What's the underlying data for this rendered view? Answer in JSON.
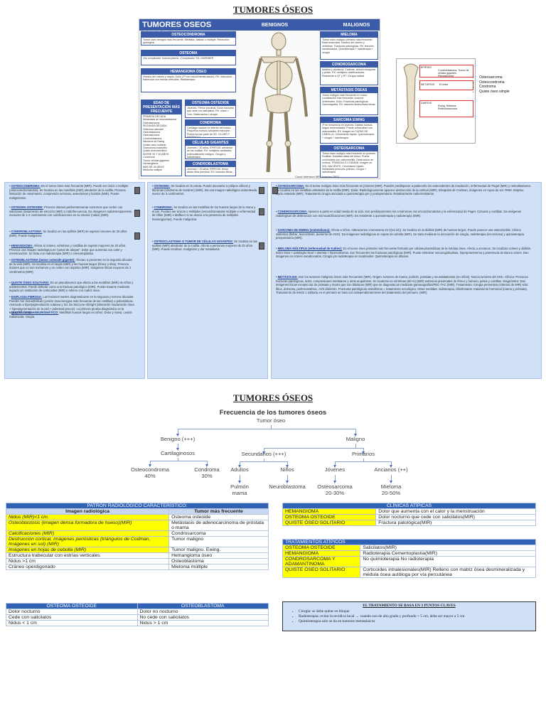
{
  "page": {
    "title1": "TUMORES ÓSEOS",
    "title2": "TUMORES ÓSEOS"
  },
  "infographic": {
    "title": "TUMORES OSEOS",
    "benign": "BENIGNOS",
    "malignant": "MALIGNOS",
    "author": "Diseño: Jonatina Pérez Villaverde",
    "credit": "Curso Intensivo MIR Asturias 2003",
    "left_boxes": [
      {
        "h": "OSTEOCONDROMA",
        "t": "Tumor óseo benigno más frecuente. Metáfisis, aislado o múltiple. Resección quirúrgica"
      },
      {
        "h": "OSTEOMA",
        "t": "¡No complicado: huesos planos. ¡Complicado: SD. GARDNER"
      },
      {
        "h": "HEMANGIOMA ÓSEO",
        "t": "Huesos del cráneo y raquis. Dolor (1ª con calcio/menstruación). RX: estructura trabecular con estrías verticales. Radioterapia"
      },
      {
        "h": "OSTEOMA OSTEOIDE",
        "t": "Jóvenes. Fémur proximal. Dolor nocturno que cede con salicilatos. RX: nidus < 1cm. Observación / cirugía"
      },
      {
        "h": "CONDROMA",
        "t": "Cartílago maduro en interior del hueso. Pequeños huesos tubulares mano/pie. Puede formar parte de SD. OLLIER Y MAFFUCCI"
      },
      {
        "h": "CÉLULAS GIGANTES",
        "t": "Jóvenes > 20 años. EPIFISIS: alrededor de las rodillas. RX: múltiples cavidades: potencialmente maligno. Cirugía y radioterapia"
      },
      {
        "h": "CONDROBLASTOMA",
        "t": "Jóvenes < 20 años. EPIFISIS: fémur distal, tibia proximal. RX: lesiones líticas"
      }
    ],
    "age_box": {
      "h": "EDAD DE PRESENTACIÓN MÁS FRECUENTE",
      "t": [
        "PRIMERA DÉCADA",
        "Metástasis de neuroblastoma",
        "Osteosarcoma",
        "SEGUNDA DÉCADA",
        "Osteoma osteoide",
        "Osteoblastoma",
        "Osteosarcoma",
        "Condroblastoma",
        "Sarcoma de Ewing",
        "Quiste óseo solitario",
        "Granuloma eosinófilo",
        "Quiste aneurismático",
        "ENTRE 20 Y 40 AÑOS",
        "Condroma",
        "Tumor células gigantes",
        "Hemangioma",
        "MÁS DE 40 AÑOS",
        "Mieloma múltiple"
      ]
    },
    "right_boxes": [
      {
        "h": "MIELOMA",
        "t": "Tumor óseo maligno primario más frecuente. Edad avanzada. Huesos del cráneo y vértebras. Fracturas patológicas. Rx: lesiones sacabocados. Quimioterapia + radioterapia + cirugía"
      },
      {
        "h": "CONDROSARCOMA",
        "t": "Adultos y ancianos. Caderas, cintura escapular y pelvis. RX: múltiples calcificaciones. Resistente a QT y RT. Cirugía radical"
      },
      {
        "h": "METÁSTASIS ÓSEAS",
        "t": "Tumor maligno más frecuente en hueso. Localización más frecuente: cuerpos vertebrales. Dolor. Fracturas patológicas. Gammagrafía. RX: lesiones destructivas líticas"
      },
      {
        "h": "SARCOMA EWING",
        "t": "2º en frecuencia en jóvenes. Diáfisis huesos largos extremidades. Puede confundirse con osteomielitis. RX: imagen en CAPAS DE CEBOLLA. Crecimiento rápido. Quimioterapia + cirugía + radioterapia"
      },
      {
        "h": "OSTEOSARCOMA",
        "t": "Tumor óseo maligno más frecuente en jóvenes. Rodillas. Metáfisis distal del fémur. Puede confundirse con osteomielitis. Destrucción de cortical. TRIÁNGULO CODMAN. Imagen en SOL NACIENTE. Crecimiento rápido. Metástasis precoces pulmón. Cirugía + radioterapia"
      }
    ],
    "femur_labels": {
      "epi": "EPÍFISIS",
      "epi_t": "Condroblastoma. Tumor de células gigantes. Fibrosarcoma",
      "meta": "METÁFISIS",
      "meta_t": "El resto",
      "dia": "DIÁFISIS",
      "dia_t": "Ewing. Mieloma. Reticulosarcoma"
    },
    "femur_list": [
      "Osteosarcoma",
      "Osteocondroma",
      "Condroma",
      "Quiste óseo simple"
    ]
  },
  "panels": {
    "left": [
      {
        "name": "OSTEOCONDROMA:",
        "text": "Es el tumor óseo más frecuente (MIR). Puede ser único o múltiple (osteocondromatosis). Se localiza en las metáfisis (MIR) alrededor de la rodilla. Provoca limitación de movimiento, compresión nerviosa, aneurismas y bursitis (MIR). Puede malignizarse."
      },
      {
        "name": "OSTEOMA OSTEOIDE:",
        "text": "Provoca dolores preferentemente nocturnos que ceden con salicilatos (tratamiento de elección (MIR) o radiofrecuencia. Da imágenes radiotransparentes menores de 1-2 centímetros con calcificaciones en su interior (nidus) (MIR)."
      },
      {
        "name": "CONDROBLASTOMA:",
        "text": "Se localiza en las epífisis (MIR) de sujetos menores de 20 años (MIR). Puede malignizar."
      },
      {
        "name": "HEMANGIOMA:",
        "text": "Afecta al cráneo, vértebras y costillas de sujetos mayores de 20 años. Provoca una imagen radiológica en \"panal de abejas\". Dolor que aumenta con calor y menstruación. Se trata con radioterapia (MIR) o cementoplastia."
      },
      {
        "name": "OSTEOBLASTOMA (tumor osteoide gigante):",
        "text": "Afectan a pacientes en la segunda década de la vida (MIR). Se localiza en el raquis (MIR) y los huesos largos (fémur y tibia). Provoca dolores que no son nocturnos y no ceden con aspirina (MIR). Imágenes líticas mayores de 2 centímetros (MIR)."
      },
      {
        "name": "QUISTE ÓSEO SOLITARIO:",
        "text": "Es un pseudotumor que afecta a las metáfisis (MIR) de niños y adolescentes. Puede debutar como una fractura patológica (MIR). Puede tratarse mediante legrado y/o instilación de corticoides (MIR) o relleno con matriz ósea."
      },
      {
        "name": "DISPLASIA FIBROSA:",
        "text": "Las lesiones suelen diagnosticarse en la segunda y tercera décadas. Pueden ser monostóticas (Lesión ósea benigna más frecuente de las costillas) o poliostóticas. Asociado a hiperpigmentación cutánea y Sd. De McCune-Albright (alteración maduración ósea + hiperpigmentación de la piel + pubertad precoz). La primera prueba diagnóstica es la radiografía simple."
      },
      {
        "name": "QUISTE ÓSEO ANEURISMÁTICO:",
        "text": "Metáfisis huesos largos en niños. Dolor y masa. Lesión radiolúcida, cirugía."
      }
    ],
    "middle": [
      {
        "name": "OSTEOMA:",
        "text": "Se localiza en la calota. Puede asociarse a pólipos cólicos y fibromas (síndrome de Gardner) (MIR). Da una imagen radiológica redondeada menor de 3 centímetros."
      },
      {
        "name": "CONDROMA:",
        "text": "Se localiza en las metáfisis de los huesos largos de la mano y el pie. Pueden ser únicos o múltiples (encondromatosis múltiple o enfermedad de Ollier (MIR) o Maffucci si se asocia a la presencia de múltiples hemangiomas). Puede malignizar."
      },
      {
        "name": "OSTEOCLASTOMA O TUMOR DE CÉLULAS GIGANTES:",
        "text": "Se localiza en las epífisis (MIR) alrededor de la rodilla. Afecta a personas mayores de 20 años (MIR). Puede recidivar, malignizar y dar metástasis."
      }
    ],
    "right": [
      {
        "name": "OSTEOSARCOMA:",
        "text": "Es el tumor maligno óseo más frecuente en jóvenes (MIR). Pueden predisponer a padecerlo los antecedentes de irradiación, enfermedad de Paget (MIR) y retinoblastoma. Se localiza en las metáfisis alrededor de la rodilla (MIR). Dolor. Radiológicamente aparece destrucción de la cortical (MIR), triángulos de Codman, imágenes en rayos de sol. RNM. Biopsia: tejido osteoide (MIR). Tratamiento cirugía asociada a quimioterapia pre y postoperatoria. Relativamente radiorresistente."
      },
      {
        "name": "CONDROSARCOMA:",
        "text": "Aparece a partir en edad media de la vida. Son predisponentes los condromas, las encondromatosis y la enfermedad de Paget. Cinturas y costillas. Da imágenes radiológicas de destrucción con microcalcificaciones (MIR). Es resistente a quimioterapia y radioterapia (MIR)."
      },
      {
        "name": "SARCOMA DE EWING (endotelioma):",
        "text": "Afecta a niños. Alteraciones cromosoma 22 (t(11;22)). Se localiza en la diáfisis (MIR) de huesos largos. Puede parecer una osteomielitis. Clínica sistémica (fiebre, leucocitosis, aumento de VSG). Da imágenes radiológicas en capas de cebolla (MIR). Se trata mediante la asociación de cirugía, radioterapia (inconclusa) y quimioterapia preoperatoria (MIR)."
      },
      {
        "name": "MIELOMA MÚLTIPLE (enfermedad de Kahler):",
        "text": "Es el tumor óseo primario más frecuente formado por células plasmáticas de la médula ósea. Afecta a ancianos. Se localizan cráneo y diáfisis. Dolor óseo + patología renal + anemia + hipercalcemia. Son frecuentes las fracturas patológicas (MIR). Puede sintetizar inmunoglobulinas, hiperproteinemia y proteinuria de Bence-Jones. Dan imágenes en cráneo sacabocados. Cirugía y/o radioterapia en localizados. Quimioterapia en difusos."
      },
      {
        "name": "METÁSTASIS:",
        "text": "Son los tumores malignos óseos más frecuentes (MIR). Origen: tumores de mama, pulmón, próstata y neuroblastomas (en niños). Nunca tumores del SNC. Clínica: Provocan fracturas patológicas, dolor, compresiones medulares y otros anquilosos. Se localizan en vértebras (50 %) (MIR) extremos proximales de fémur y húmero, pelvis y costillas. Diagnóstico: Dan imágenes líticas excepto las de próstata y mama que son blásticas (MIR) que se diagnostican mediante gammagrafías/PEC-TAC (MIR). Tratamiento: Cirugía preventiva (criterios de MIR) sólo: lítica, dolorosa, peritrocantérea, >2/3 diámetro. Fracturas patológicas osteolíticos = tratamiento oncológico. Otras medidas: radioterapia, bifosfonatos, tratamiento hormonal (mama y próstata). Tratamiento de lesión 1 solitaria en el primario se trata con independientemente del tratamiento del primario. (MIR)"
      }
    ]
  },
  "flow": {
    "title": "Frecuencia de los tumores óseos",
    "root": "Tumor óseo",
    "benign": "Benigno (+++)",
    "malign": "Maligno",
    "cart": "Cartilaginosos",
    "cond_osteo": "Osteocondroma",
    "cond_osteo_p": "40%",
    "cond": "Condroma",
    "cond_p": "30%",
    "secund": "Secundarios (+++)",
    "prim": "Primarios",
    "adults": "Adultos",
    "ninos": "Niños",
    "jovenes": "Jóvenes",
    "ancianos": "Ancianos (++)",
    "pulm": "Pulmón",
    "mama": "mama",
    "neuro": "Neuroblastoma",
    "osteosarc": "Osteosarcoma",
    "osteosarc_p": "20-30%",
    "mieloma": "Mieloma",
    "mieloma_p": "20-50%"
  },
  "patron": {
    "title": "PATRÓN RADIOLÓGICO CARACTERÍSTICO:",
    "col1": "Imagen radiológica",
    "col2": "Tumor más frecuente",
    "rows": [
      [
        "Nidus (MIR)<1 cm.",
        "Osteoma osteoide"
      ],
      [
        "Osteoblastosis (imagen densa formadora de hueso)(MIR)",
        "Metástasis de adenocarcinoma de próstata o mama"
      ],
      [
        "Calcificaciones (MIR)",
        "Condrosarcoma"
      ],
      [
        "Destrucción cortical, imágenes periósticas (triángulos de Codman, Imágenes en sol) (MIR)",
        "Tumor maligno"
      ],
      [
        "Imágenes en hojas de cebolla (MIR)",
        "Tumor maligno. Ewing."
      ],
      [
        "Estructura trabecular con estrías verticales",
        "Hemangioma óseo"
      ],
      [
        "Nidus >1 cm",
        "Osteoblastoma"
      ],
      [
        "Cráneo operdigonado",
        "Mieloma múltiple"
      ]
    ]
  },
  "osteo": {
    "c1": "OSTEOMA OSTEOIDE",
    "c2": "OSTEOBLASTOMA",
    "rows": [
      [
        "Dolor nocturno",
        "Dolor no nocturno"
      ],
      [
        "Cede con salicilatos",
        "No cede con salicilatos"
      ],
      [
        "Nidus < 1 cm",
        "Nidus > 1 cm"
      ]
    ]
  },
  "clinicas": {
    "title": "CLÍNICAS ATÍPICAS",
    "rows": [
      [
        "HEMANGIOMA",
        "Dolor que aumenta con el calor y la menstruación"
      ],
      [
        "OSTEOMA OSTEOIDE",
        "Dolor nocturno que cede con salicilatos(MIR)"
      ],
      [
        "QUISTE ÓSEO SOLITARIO",
        "Fractura patológica(MIR)"
      ]
    ]
  },
  "tratamientos": {
    "title": "TRATAMIENTOS ATÍPICOS",
    "rows": [
      [
        "OSTEOMA OSTEOIDE",
        "Salicilatos(MIR)"
      ],
      [
        "HEMANGIOMA",
        "Radioterapia Cementoplastia(MIR)"
      ],
      [
        "CONDROSARCOMA Y ADAMANTINOMA",
        "No quimioterapia No radioterapia"
      ],
      [
        "QUISTE ÓSEO SOLITARIO",
        "Corticoides intralesionales(MIR) Relleno con matriz ósea desmineralizada y médula ósea autóloga por vía percutánea"
      ]
    ]
  },
  "keys": {
    "title": "EL TRATAMIENTO SE BASA EN 3 PUNTOS CLAVES",
    "items": [
      "Cirugía: se debe quitar en bloque",
      "Radioterapia: evitar la recidiva local → cuando son de alto grado y profundo + 5 cm, debe ser mayor a 5 cm",
      "Quimioterapia solo se da en tumores metastásicos"
    ]
  }
}
